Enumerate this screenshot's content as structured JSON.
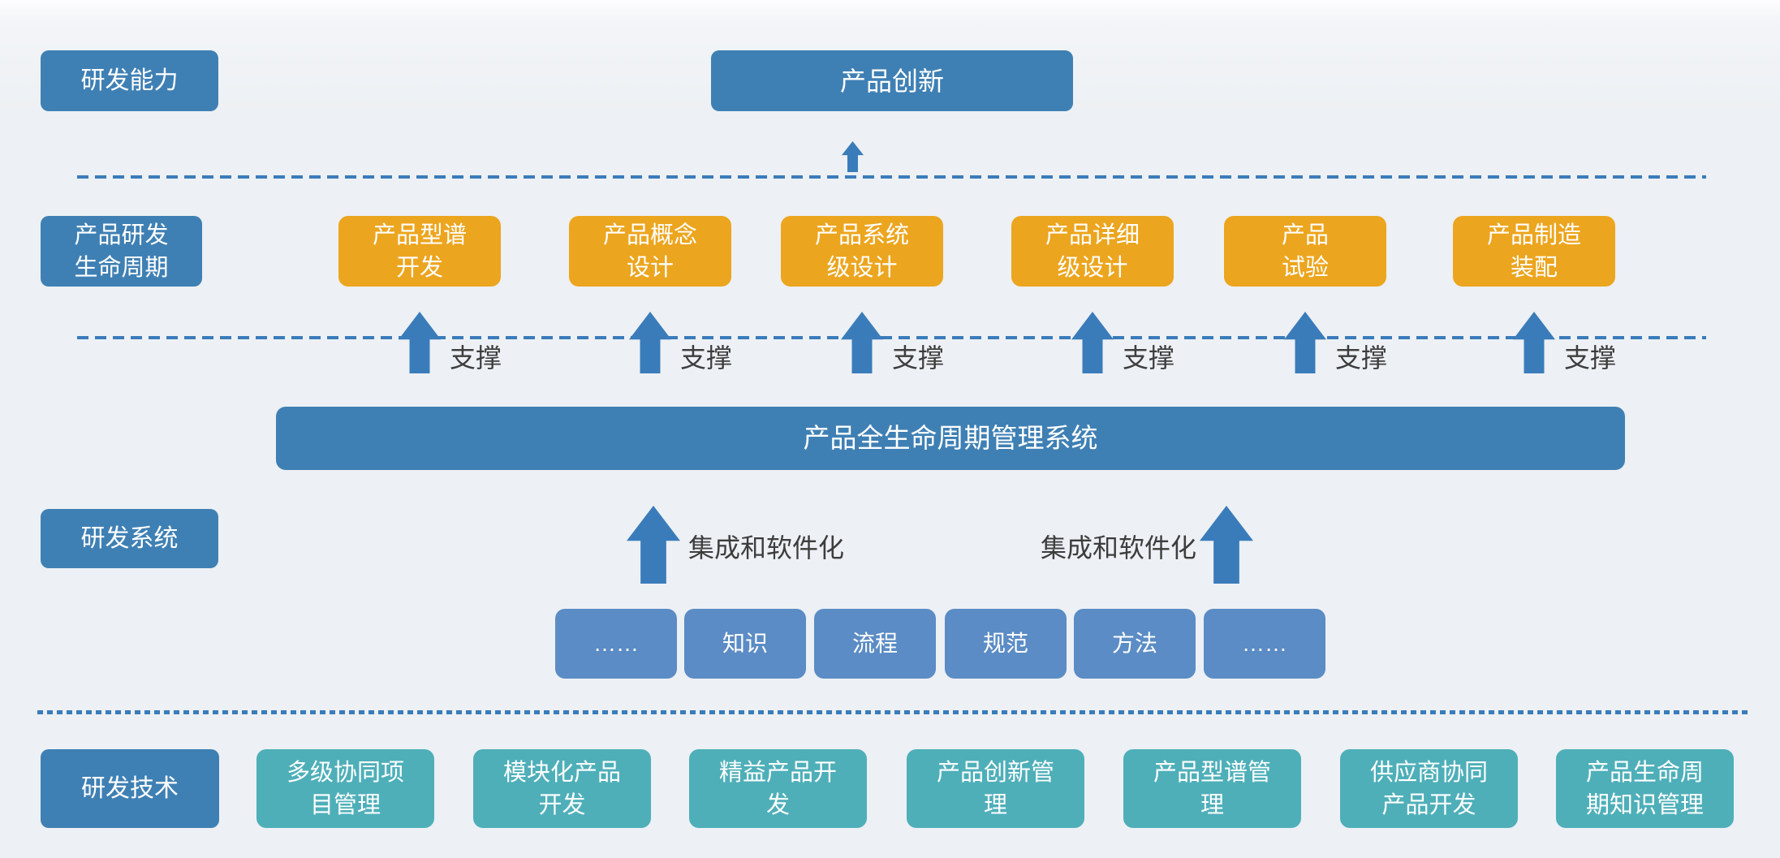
{
  "diagram": {
    "capability": {
      "label": "研发能力"
    },
    "innovation": {
      "label": "产品创新"
    },
    "lifecycle": {
      "label": "产品研发\n生命周期",
      "support_label": "支撑",
      "stages": [
        "产品型谱\n开发",
        "产品概念\n设计",
        "产品系统\n级设计",
        "产品详细\n级设计",
        "产品\n试验",
        "产品制造\n装配"
      ]
    },
    "system": {
      "label": "研发系统",
      "plm_bar_label": "产品全生命周期管理系统",
      "integration_label": "集成和软件化",
      "elements": [
        "……",
        "知识",
        "流程",
        "规范",
        "方法",
        "……"
      ]
    },
    "technology": {
      "label": "研发技术",
      "items": [
        "多级协同项\n目管理",
        "模块化产品\n开发",
        "精益产品开\n发",
        "产品创新管\n理",
        "产品型谱管\n理",
        "供应商协同\n产品开发",
        "产品生命周\n期知识管理"
      ]
    },
    "colors": {
      "header_blue": "#3f80b4",
      "stage_orange": "#eca51e",
      "element_blue": "#5b8cc5",
      "tech_teal": "#4eafb9",
      "arrow_blue": "#3a7cba",
      "line_blue": "#3a7cba",
      "note_text": "#3d3d3d"
    }
  }
}
